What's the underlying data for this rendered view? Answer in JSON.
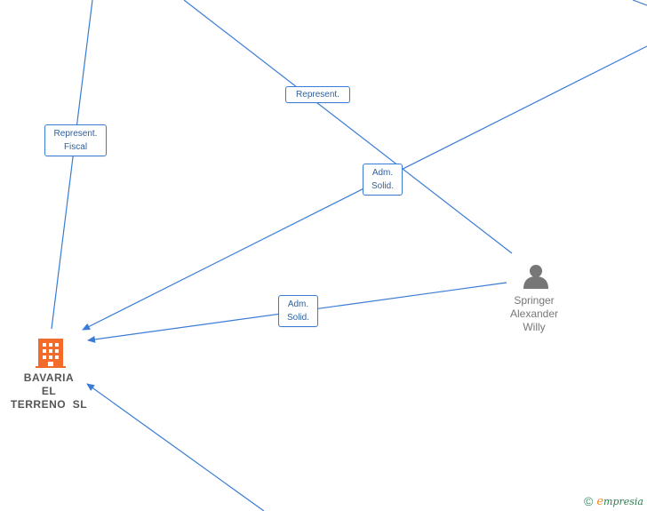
{
  "colors": {
    "edge": "#3a7bd5",
    "company": "#f26b2a",
    "person": "#777777"
  },
  "nodes": {
    "company": {
      "icon": "building-icon",
      "name_lines": [
        "BAVARIA",
        "EL",
        "TERRENO  SL"
      ]
    },
    "person": {
      "icon": "person-icon",
      "name_lines": [
        "Springer",
        "Alexander",
        "Willy"
      ]
    }
  },
  "edge_labels": {
    "represent_fiscal": [
      "Represent.",
      "Fiscal"
    ],
    "represent": [
      "Represent."
    ],
    "adm_solid_upper": [
      "Adm.",
      "Solid."
    ],
    "adm_solid_lower": [
      "Adm.",
      "Solid."
    ]
  },
  "footer": {
    "copyright_symbol": "©",
    "brand_initial": "e",
    "brand_rest": "mpresia"
  }
}
